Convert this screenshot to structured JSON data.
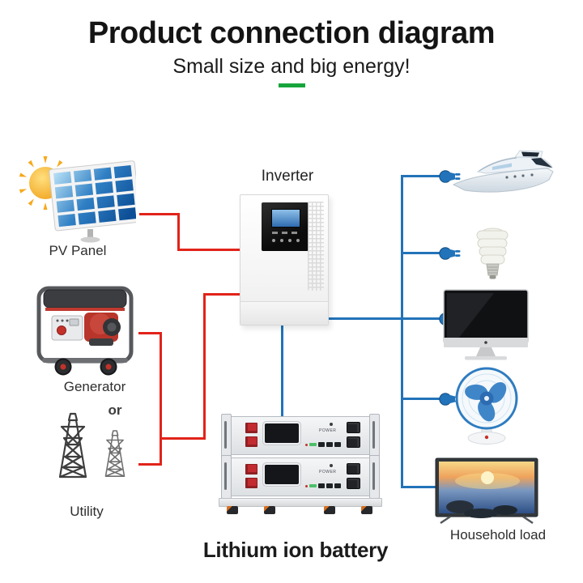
{
  "header": {
    "title": "Product connection diagram",
    "subtitle": "Small size and big energy!"
  },
  "sources": {
    "pv_panel": {
      "label": "PV Panel"
    },
    "generator": {
      "label": "Generator"
    },
    "conjunction": "or",
    "utility": {
      "label": "Utility"
    }
  },
  "inverter": {
    "label": "Inverter"
  },
  "battery": {
    "label": "Lithium ion battery",
    "unit_text": "POWER"
  },
  "loads": {
    "label": "Household load",
    "items": [
      "yacht",
      "energy-saving-bulb",
      "desktop-computer",
      "electric-fan",
      "television"
    ]
  },
  "icons": {
    "sun": "sun-icon",
    "pv_panel": "pv-panel-icon",
    "generator": "generator-icon",
    "utility": "utility-towers-icon",
    "inverter": "inverter-unit",
    "battery": "battery-stack",
    "plug": "plug-icon",
    "yacht": "yacht-icon",
    "bulb": "bulb-icon",
    "monitor": "monitor-icon",
    "fan": "fan-icon",
    "tv": "tv-icon"
  },
  "colors": {
    "dc_wire": "#e2231a",
    "ac_wire": "#2273b9",
    "accent_green": "#17a53c",
    "title_text": "#141414",
    "label_text": "#2e2e2e"
  }
}
